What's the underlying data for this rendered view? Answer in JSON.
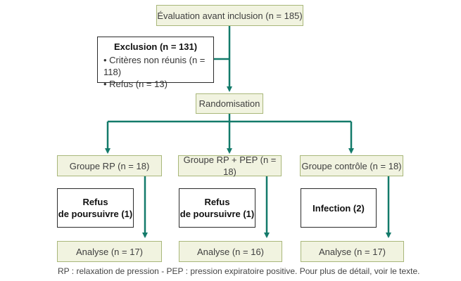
{
  "diagram": {
    "screening": "Évaluation avant inclusion (n = 185)",
    "exclusion": {
      "title": "Exclusion (n = 131)",
      "items": [
        "Critères non réunis (n = 118)",
        "Refus (n = 13)"
      ]
    },
    "randomisation": "Randomisation",
    "groups": [
      {
        "label": "Groupe RP (n = 18)",
        "event_line1": "Refus",
        "event_line2": "de poursuivre (1)",
        "analysis": "Analyse (n = 17)"
      },
      {
        "label": "Groupe RP + PEP (n = 18)",
        "event_line1": "Refus",
        "event_line2": "de poursuivre (1)",
        "analysis": "Analyse (n = 16)"
      },
      {
        "label": "Groupe contrôle (n = 18)",
        "event_line1": "Infection (2)",
        "event_line2": "",
        "analysis": "Analyse (n = 17)"
      }
    ],
    "footnote": "RP : relaxation de pression - PEP : pression expiratoire positive. Pour plus de détail, voir le texte.",
    "colors": {
      "arrow": "#137a6a",
      "box_fill": "#f1f3e0",
      "box_border": "#a9b77a"
    }
  }
}
